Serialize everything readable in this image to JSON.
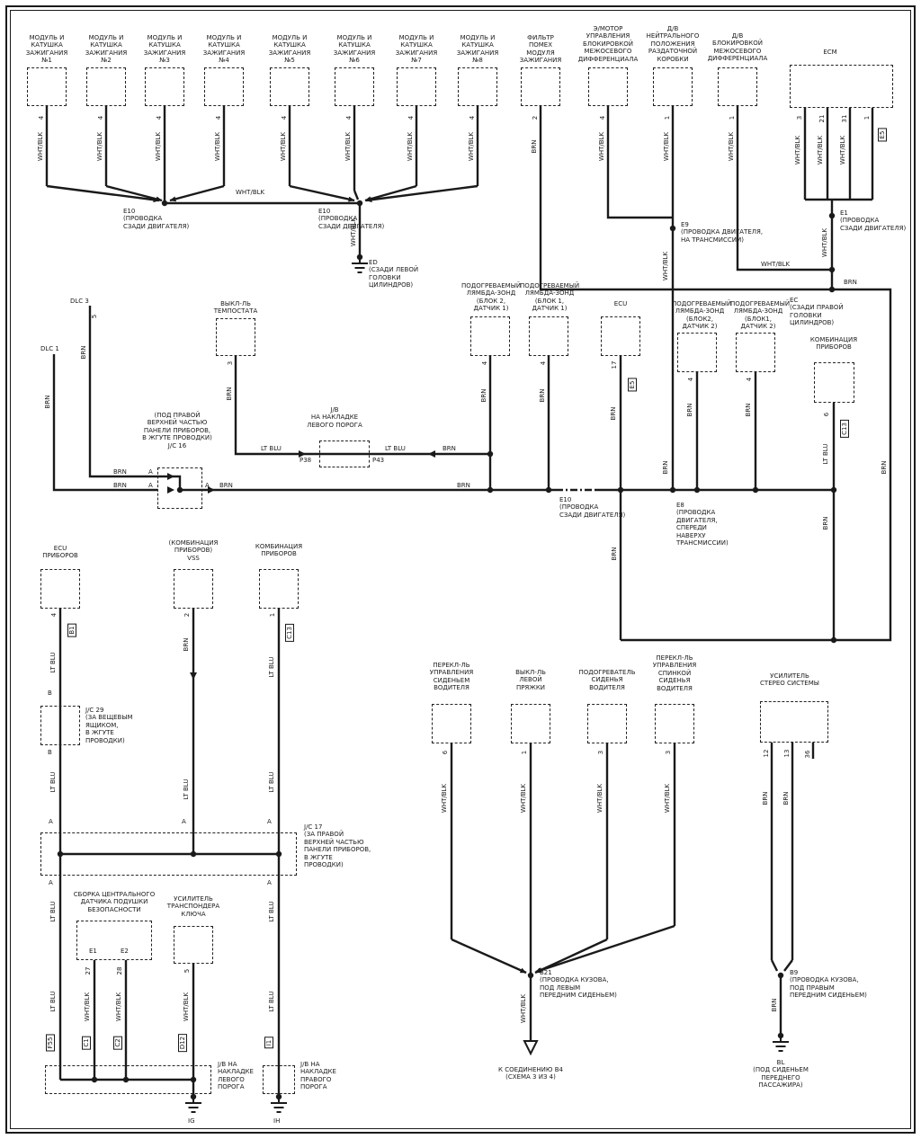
{
  "page": {
    "bg": "#ffffff",
    "ink": "#1a1a1a"
  },
  "wire": {
    "wht_blk": "WHT/BLK",
    "brn": "BRN",
    "lt_blu": "LT BLU"
  },
  "mark": {
    "a": "A",
    "b": "B"
  },
  "top": {
    "modules": [
      {
        "label": "МОДУЛЬ И\nКАТУШКА\nЗАЖИГАНИЯ\n№1",
        "pin": "4"
      },
      {
        "label": "МОДУЛЬ И\nКАТУШКА\nЗАЖИГАНИЯ\n№2",
        "pin": "4"
      },
      {
        "label": "МОДУЛЬ И\nКАТУШКА\nЗАЖИГАНИЯ\n№3",
        "pin": "4"
      },
      {
        "label": "МОДУЛЬ И\nКАТУШКА\nЗАЖИГАНИЯ\n№4",
        "pin": "4"
      },
      {
        "label": "МОДУЛЬ И\nКАТУШКА\nЗАЖИГАНИЯ\n№5",
        "pin": "4"
      },
      {
        "label": "МОДУЛЬ И\nКАТУШКА\nЗАЖИГАНИЯ\n№6",
        "pin": "4"
      },
      {
        "label": "МОДУЛЬ И\nКАТУШКА\nЗАЖИГАНИЯ\n№7",
        "pin": "4"
      },
      {
        "label": "МОДУЛЬ И\nКАТУШКА\nЗАЖИГАНИЯ\n№8",
        "pin": "4"
      }
    ],
    "filter": {
      "label": "ФИЛЬТР\nПОМЕХ\nМОДУЛЯ\nЗАЖИГАНИЯ",
      "pin": "2"
    },
    "diff_motor": {
      "label": "Э/МОТОР\nУПРАВЛЕНИЯ\nБЛОКИРОВКОЙ\nМЕЖОСЕВОГО\nДИФФЕРЕНЦИАЛА",
      "pin": "4"
    },
    "neutral_sw": {
      "label": "Д/В\nНЕЙТРАЛЬНОГО\nПОЛОЖЕНИЯ\nРАЗДАТОЧНОЙ\nКОРОБКИ",
      "pin": "1"
    },
    "diff_lock": {
      "label": "Д/В\nБЛОКИРОВКОЙ\nМЕЖОСЕВОГО\nДИФФЕРЕНЦИАЛА",
      "pin": "1"
    },
    "ecm": {
      "label": "ECM",
      "pins": [
        "3",
        "21",
        "31",
        "1"
      ],
      "connector": "E5"
    }
  },
  "nodes": {
    "e10_left": "E10\n(ПРОВОДКА\nСЗАДИ ДВИГАТЕЛЯ)",
    "e10_right": "E10\n(ПРОВОДКА\nСЗАДИ ДВИГАТЕЛЯ)",
    "e10_mid": "E10\n(ПРОВОДКА\nСЗАДИ ДВИГАТЕЛЯ)",
    "ed": "ED\n(СЗАДИ ЛЕВОЙ\nГОЛОВКИ\nЦИЛИНДРОВ)",
    "e9": "E9\n(ПРОВОДКА ДВИГАТЕЛЯ,\nНА ТРАНСМИССИИ)",
    "e1": "E1\n(ПРОВОДКА\nСЗАДИ ДВИГАТЕЛЯ)",
    "ec": "EC\n(СЗАДИ ПРАВОЙ\nГОЛОВКИ\nЦИЛИНДРОВ)",
    "e8": "E8\n(ПРОВОДКА\nДВИГАТЕЛЯ,\nСПЕРЕДИ\nНАВЕРХУ\nТРАНСМИССИИ)",
    "b21": "B21\n(ПРОВОДКА КУЗОВА,\nПОД ЛЕВЫМ\nПЕРЕДНИМ СИДЕНЬЕМ)",
    "b9": "B9\n(ПРОВОДКА КУЗОВА,\nПОД ПРАВЫМ\nПЕРЕДНИМ СИДЕНЬЕМ)",
    "bl": "BL\n(ПОД СИДЕНЬЕМ\nПЕРЕДНЕГО\nПАССАЖИРА)",
    "ig": "IG",
    "ih": "IH",
    "b4_ref": "К СОЕДИНЕНИЮ B4\n(СХЕМА 3 ИЗ 4)"
  },
  "mid": {
    "dlc3": {
      "label": "DLC 3",
      "pin": "5"
    },
    "dlc1": {
      "label": "DLC 1"
    },
    "thermostat": {
      "label": "ВЫКЛ-ЛЬ\nТЕМПОСТАТА",
      "pin": "3"
    },
    "jc16": {
      "label": "(ПОД ПРАВОЙ\nВЕРХНЕЙ ЧАСТЬЮ\nПАНЕЛИ ПРИБОРОВ,\nВ ЖГУТЕ ПРОВОДКИ)\nJ/C 16"
    },
    "jb_sill": {
      "label": "J/B\nНА НАКЛАДКЕ\nЛЕВОГО ПОРОГА",
      "p38": "P38",
      "p43": "P43"
    },
    "o2_b2s1": {
      "label": "ПОДОГРЕВАЕМЫЙ\nЛЯМБДА-ЗОНД\n(БЛОК 2,\nДАТЧИК 1)",
      "pin": "4"
    },
    "o2_b1s1": {
      "label": "ПОДОГРЕВАЕМЫЙ\nЛЯМБДА-ЗОНД\n(БЛОК 1,\nДАТЧИК 1)",
      "pin": "4"
    },
    "ecu": {
      "label": "ECU",
      "pin": "17",
      "connector": "E5"
    },
    "o2_b2s2": {
      "label": "ПОДОГРЕВАЕМЫЙ\nЛЯМБДА-ЗОНД\n(БЛОК2,\nДАТЧИК 2)",
      "pin": "4"
    },
    "o2_b1s2": {
      "label": "ПОДОГРЕВАЕМЫЙ\nЛЯМБДА-ЗОНД\n(БЛОК1,\nДАТЧИК 2)",
      "pin": "4"
    },
    "cluster_top": {
      "label": "КОМБИНАЦИЯ\nПРИБОРОВ",
      "pin": "6",
      "connector": "C13"
    }
  },
  "left": {
    "ecu_cluster": {
      "label": "ECU\nПРИБОРОВ",
      "pin": "4",
      "connector": "B1"
    },
    "vss": {
      "label": "(КОМБИНАЦИЯ\nПРИБОРОВ)\nVSS",
      "pin": "2"
    },
    "cluster": {
      "label": "КОМБИНАЦИЯ\nПРИБОРОВ",
      "pin": "1",
      "connector": "C13"
    },
    "jc29": {
      "label": "J/C 29\n(ЗА ВЕЩЕВЫМ\nЯЩИКОМ,\nВ ЖГУТЕ\nПРОВОДКИ)"
    },
    "jc17": {
      "label": "J/C 17\n(ЗА ПРАВОЙ\nВЕРХНЕЙ ЧАСТЬЮ\nПАНЕЛИ ПРИБОРОВ,\nВ ЖГУТЕ\nПРОВОДКИ)"
    },
    "airbag": {
      "label": "СБОРКА ЦЕНТРАЛЬНОГО\nДАТЧИКА ПОДУШКИ\nБЕЗОПАСНОСТИ",
      "e1": "E1",
      "e2": "E2",
      "pin1": "27",
      "pin2": "28",
      "conn1": "C1",
      "conn2": "C2"
    },
    "transponder": {
      "label": "УСИЛИТЕЛЬ\nТРАНСПОНДЕРА\nКЛЮЧА",
      "pin": "5",
      "connector": "D12"
    },
    "conn_left": "F55",
    "conn_right": "I1",
    "jb_left": {
      "label": "J/B НА\nНАКЛАДКЕ\nЛЕВОГО\nПОРОГА"
    },
    "jb_right": {
      "label": "J/B НА\nНАКЛАДКЕ\nПРАВОГО\nПОРОГА"
    }
  },
  "seats": {
    "slide_sw": {
      "label": "ПЕРЕКЛ-ЛЬ\nУПРАВЛЕНИЯ\nСИДЕНЬЕМ\nВОДИТЕЛЯ",
      "pin": "6"
    },
    "buckle_sw": {
      "label": "ВЫКЛ-ЛЬ\nЛЕВОЙ\nПРЯЖКИ",
      "pin": "1"
    },
    "heater": {
      "label": "ПОДОГРЕВАТЕЛЬ\nСИДЕНЬЯ\nВОДИТЕЛЯ",
      "pin": "3"
    },
    "recline_sw": {
      "label": "ПЕРЕКЛ-ЛЬ\nУПРАВЛЕНИЯ\nСПИНКОЙ\nСИДЕНЬЯ\nВОДИТЕЛЯ",
      "pin": "3"
    }
  },
  "stereo": {
    "label": "УСИЛИТЕЛЬ\nСТЕРЕО СИСТЕМЫ",
    "pins": [
      "12",
      "13",
      "36"
    ]
  }
}
